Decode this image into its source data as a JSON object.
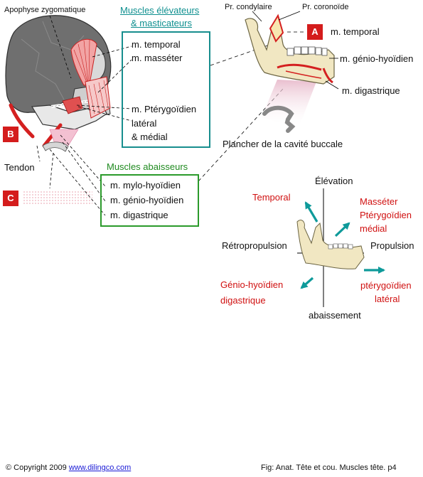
{
  "skull": {
    "zygomatic_label": "Apophyse zygomatique",
    "tendon_label": "Tendon"
  },
  "badges": {
    "a": "A",
    "b": "B",
    "c": "C"
  },
  "elevators": {
    "title_line1": "Muscles élévateurs",
    "title_line2": "& masticateurs",
    "items": [
      "m. temporal",
      "m. masséter",
      "m. Ptérygoïdien",
      "latéral",
      "& médial"
    ]
  },
  "depressors": {
    "title": "Muscles abaisseurs",
    "items": [
      "m. mylo-hyoïdien",
      "m. génio-hyoïdien",
      "m. digastrique"
    ]
  },
  "mandible": {
    "condylar_label": "Pr. condylaire",
    "coronoid_label": "Pr. coronoïde",
    "temporal_label": "m. temporal",
    "geniohyoid_label": "m. génio-hyoïdien",
    "digastric_label": "m. digastrique",
    "floor_label": "Plancher de la cavité buccale"
  },
  "movements": {
    "elevation": "Élévation",
    "retropulsion": "Rétropropulsion",
    "propulsion": "Propulsion",
    "lowering": "abaissement",
    "temporal": "Temporal",
    "masseter": "Masséter",
    "pterygoid_medial_1": "Ptérygoïdien",
    "pterygoid_medial_2": "médial",
    "geniohyoid": "Génio-hyoïdien",
    "digastric": "digastrique",
    "pterygoid_lateral_1": "ptérygoïdien",
    "pterygoid_lateral_2": "latéral"
  },
  "footer": {
    "copyright_symbol": "©",
    "copyright_text": " Copyright 2009 ",
    "link": "www.dilingco.com",
    "caption": "Fig:  Anat. Tête et cou. Muscles tête. p4"
  },
  "colors": {
    "teal": "#178e8e",
    "green": "#2b9a2b",
    "red": "#d01010",
    "arrow": "#0e9a9a",
    "muscle": "#e23a3a"
  }
}
